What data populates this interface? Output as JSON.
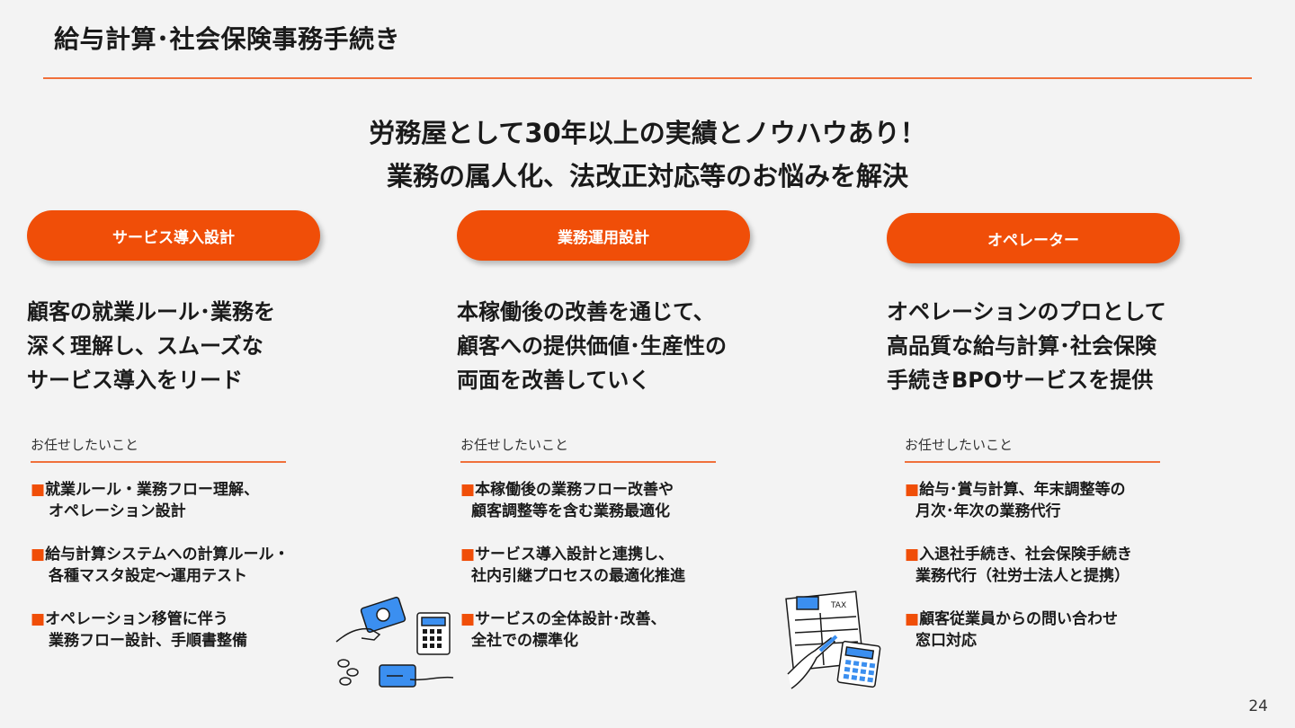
{
  "title": "給与計算･社会保険事務手続き",
  "headline": {
    "line1": "労務屋として30年以上の実績とノウハウあり！",
    "line2": "業務の属人化、法改正対応等のお悩みを解決"
  },
  "columns": [
    {
      "pill": "サービス導入設計",
      "lead": [
        "顧客の就業ルール･業務を",
        "深く理解し、スムーズな",
        "サービス導入をリード"
      ],
      "sub": "お任せしたいこと",
      "items": [
        {
          "line1": "就業ルール・業務フロー理解、",
          "line2": "オペレーション設計"
        },
        {
          "line1": "給与計算システムへの計算ルール・",
          "line2": "各種マスタ設定～運用テスト"
        },
        {
          "line1": "オペレーション移管に伴う",
          "line2": "業務フロー設計、手順書整備"
        }
      ]
    },
    {
      "pill": "業務運用設計",
      "lead": [
        "本稼働後の改善を通じて、",
        "顧客への提供価値･生産性の",
        "両面を改善していく"
      ],
      "sub": "お任せしたいこと",
      "items": [
        {
          "line1": "本稼働後の業務フロー改善や",
          "line2": "顧客調整等を含む業務最適化"
        },
        {
          "line1": "サービス導入設計と連携し、",
          "line2": "社内引継プロセスの最適化推進"
        },
        {
          "line1": "サービスの全体設計･改善、",
          "line2": "全社での標準化"
        }
      ]
    },
    {
      "pill": "オペレーター",
      "lead": [
        "オペレーションのプロとして",
        "高品質な給与計算･社会保険",
        "手続きBPOサービスを提供"
      ],
      "sub": "お任せしたいこと",
      "items": [
        {
          "line1": "給与･賞与計算、年末調整等の",
          "line2": "月次･年次の業務代行"
        },
        {
          "line1": "入退社手続き、社会保険手続き",
          "line2": "業務代行（社労士法人と提携）"
        },
        {
          "line1": "顧客従業員からの問い合わせ",
          "line2": "窓口対応"
        }
      ]
    }
  ],
  "bullet": "■",
  "tax_label": "TAX",
  "page_number": "24",
  "colors": {
    "accent": "#f04e08",
    "rule": "#f0703a",
    "illustration_blue": "#3b8ff0"
  }
}
